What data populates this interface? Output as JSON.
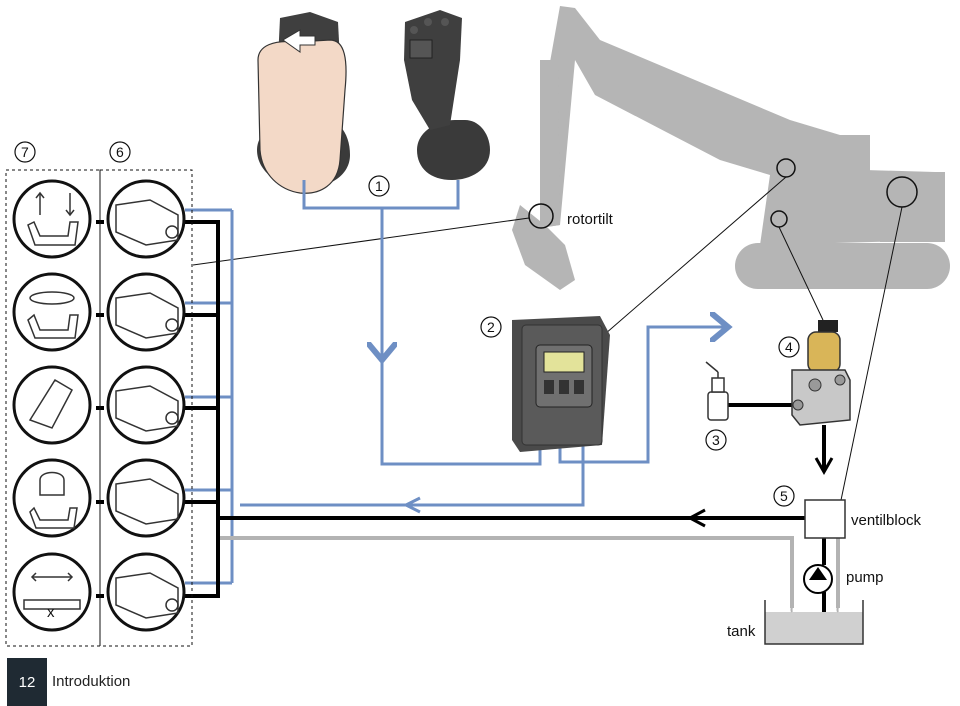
{
  "labels": {
    "rotortilt": "rotortilt",
    "ventilblock": "ventilblock",
    "pump": "pump",
    "tank": "tank",
    "x": "x"
  },
  "callouts": [
    "1",
    "2",
    "3",
    "4",
    "5",
    "6",
    "7"
  ],
  "footer": {
    "page_number": "12",
    "section_title": "Introduktion"
  },
  "colors": {
    "hydraulic": "#000000",
    "signal": "#6e8fc4",
    "return": "#b3b3b3",
    "machine": "#b5b5b5"
  }
}
